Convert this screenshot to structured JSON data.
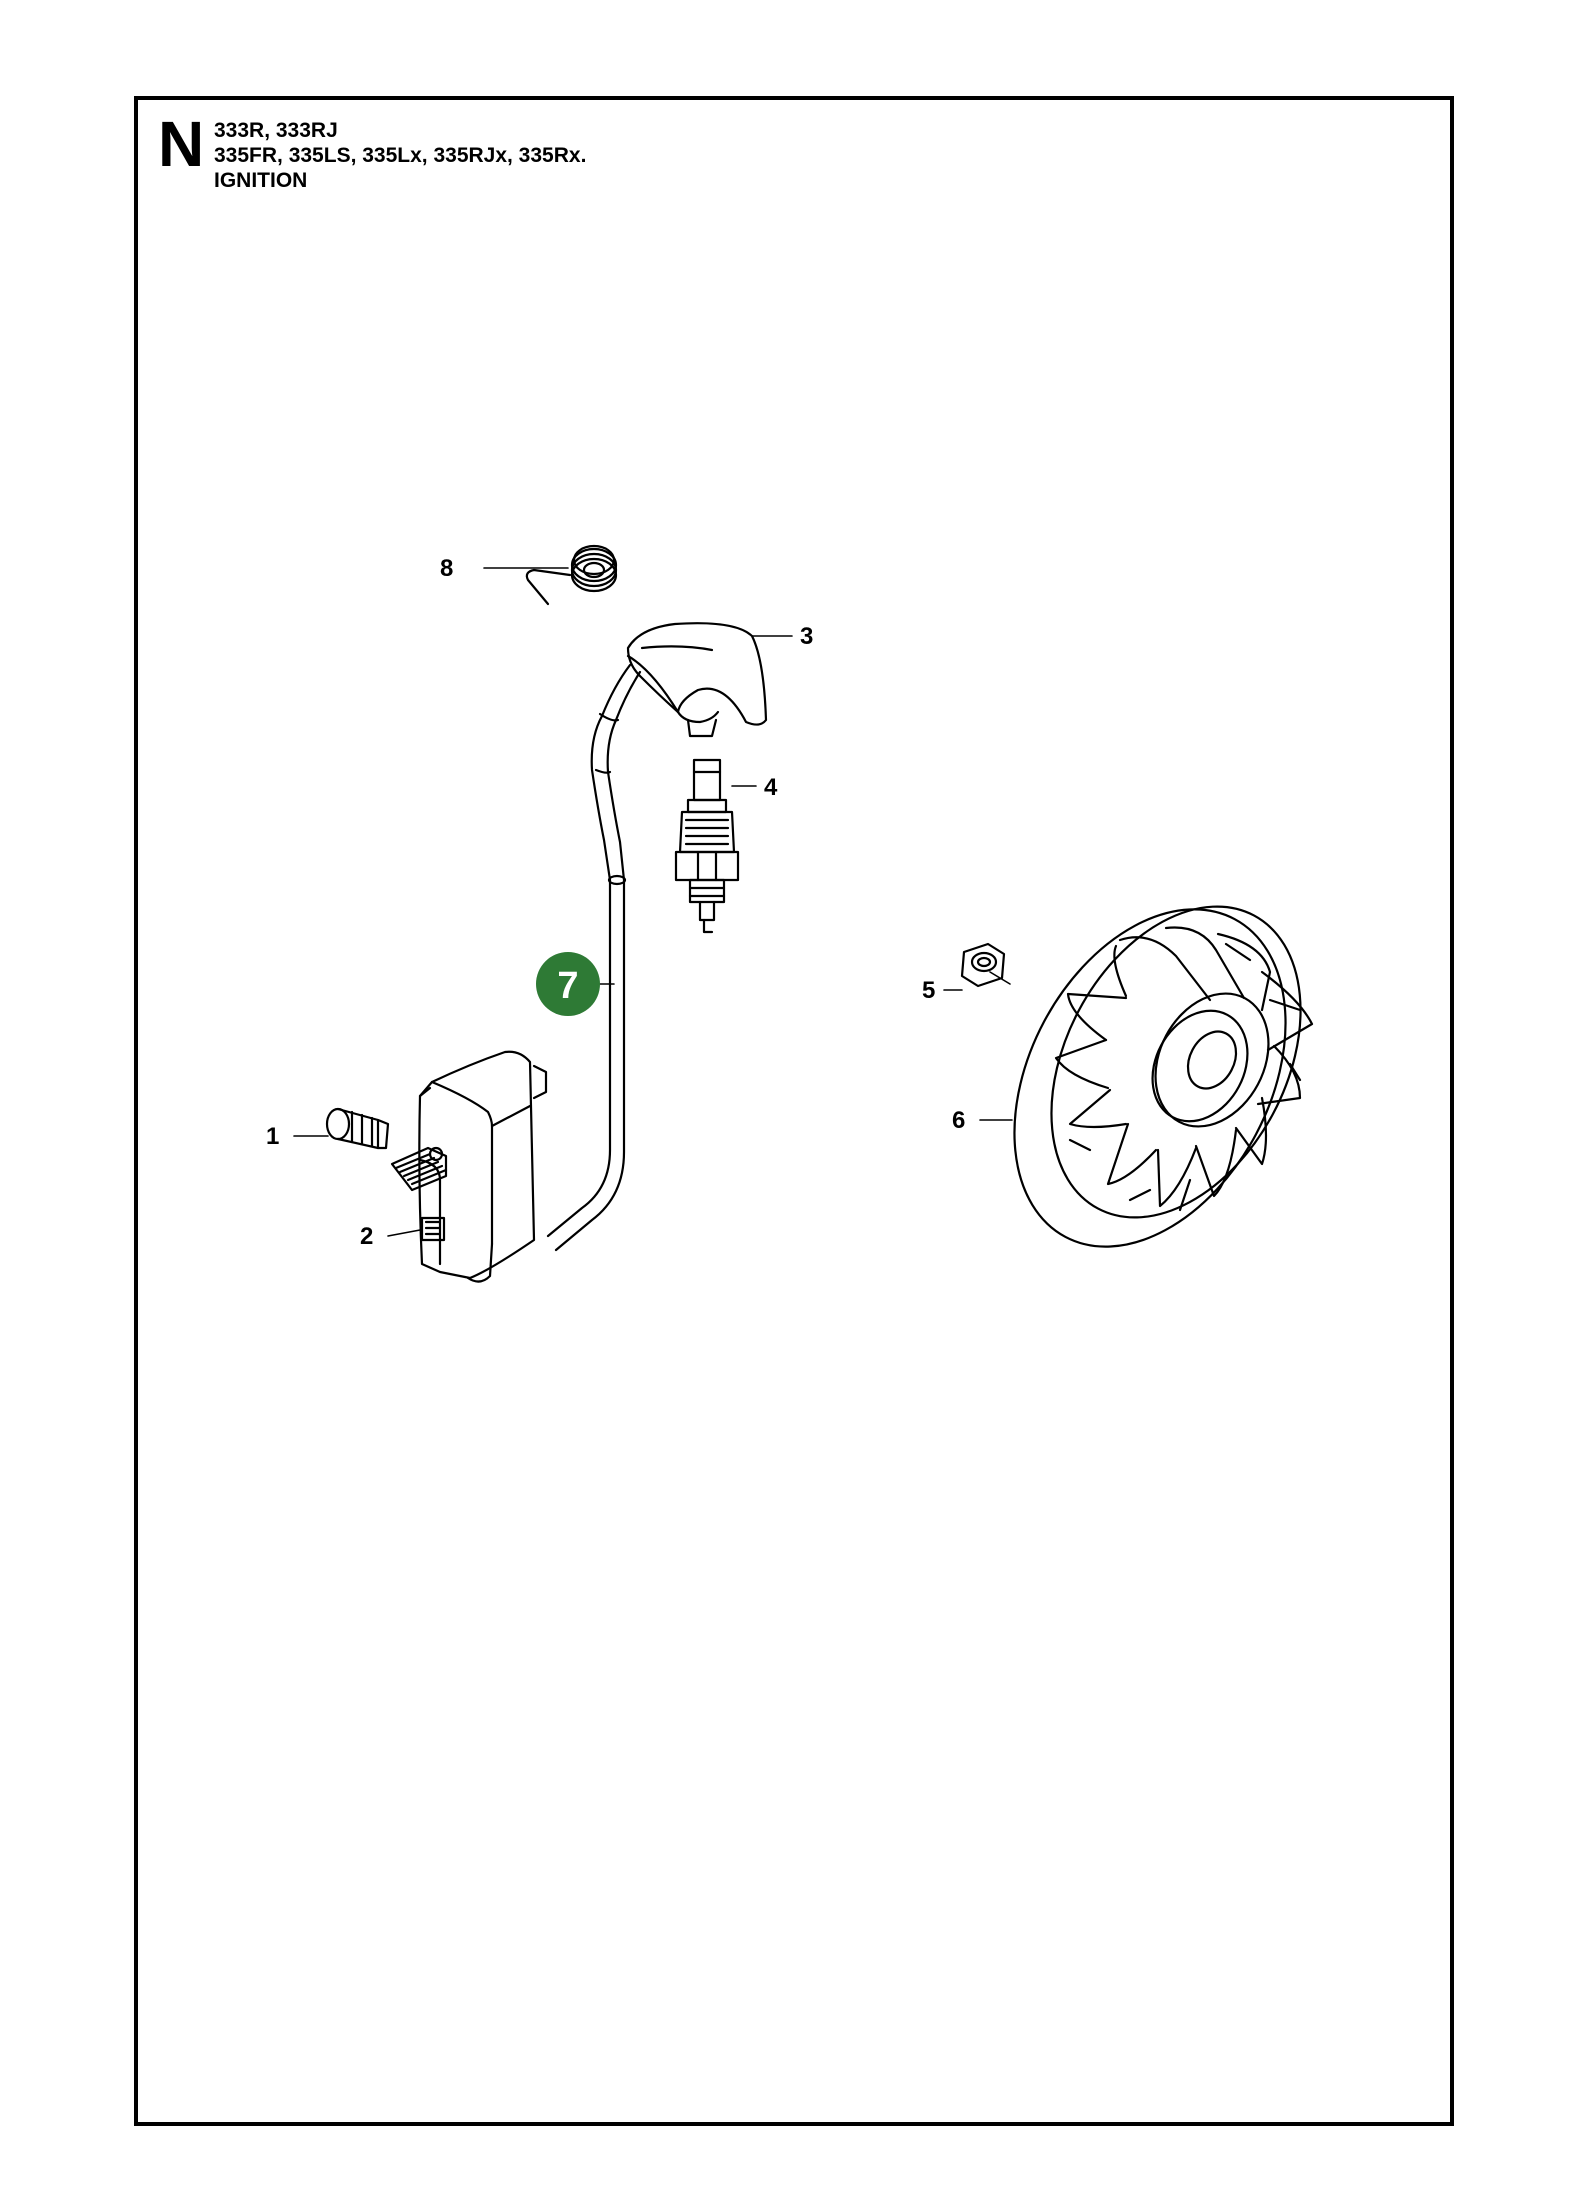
{
  "header": {
    "section_letter": "N",
    "models_line1": "333R, 333RJ",
    "models_line2": "335FR, 335LS, 335Lx, 335RJx, 335Rx.",
    "title": "IGNITION"
  },
  "callouts": [
    {
      "label": "1",
      "part": "screw"
    },
    {
      "label": "2",
      "part": "ignition-module"
    },
    {
      "label": "3",
      "part": "spark-plug-cap"
    },
    {
      "label": "4",
      "part": "spark-plug"
    },
    {
      "label": "5",
      "part": "nut"
    },
    {
      "label": "6",
      "part": "flywheel"
    },
    {
      "label": "7",
      "part": "ignition-cable",
      "highlighted": true
    },
    {
      "label": "8",
      "part": "spring"
    }
  ],
  "colors": {
    "highlight": "#2e7a35",
    "line": "#000000"
  }
}
